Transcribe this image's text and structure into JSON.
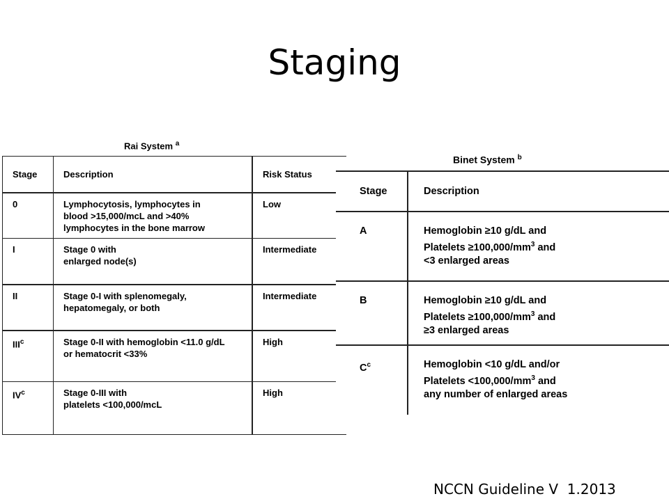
{
  "slide": {
    "title": "Staging",
    "footer": "NCCN Guideline V  1.2013"
  },
  "rai": {
    "caption": "Rai System",
    "caption_note": "a",
    "headers": [
      "Stage",
      "Description",
      "Risk Status"
    ],
    "rows": [
      {
        "stage": "0",
        "stage_note": "",
        "description": [
          "Lymphocytosis, lymphocytes in",
          "blood >15,000/mcL and >40%",
          "lymphocytes in the bone marrow"
        ],
        "risk": "Low"
      },
      {
        "stage": "I",
        "stage_note": "",
        "description": [
          "Stage 0 with",
          "enlarged node(s)"
        ],
        "risk": "Intermediate"
      },
      {
        "stage": "II",
        "stage_note": "",
        "description": [
          "Stage 0-I with splenomegaly,",
          "hepatomegaly, or both"
        ],
        "risk": "Intermediate"
      },
      {
        "stage": "III",
        "stage_note": "c",
        "description": [
          "Stage 0-II with hemoglobin <11.0 g/dL",
          "or hematocrit <33%"
        ],
        "risk": "High"
      },
      {
        "stage": "IV",
        "stage_note": "c",
        "description": [
          "Stage 0-III with",
          "platelets <100,000/mcL"
        ],
        "risk": "High"
      }
    ]
  },
  "binet": {
    "caption": "Binet System",
    "caption_note": "b",
    "headers": [
      "Stage",
      "Description"
    ],
    "rows": [
      {
        "stage": "A",
        "stage_note": "",
        "description": [
          {
            "text": "Hemoglobin ≥10 g/dL and",
            "sup": ""
          },
          {
            "text": "Platelets ≥100,000/mm",
            "sup": "3",
            "after": " and"
          },
          {
            "text": "<3 enlarged areas",
            "sup": ""
          }
        ]
      },
      {
        "stage": "B",
        "stage_note": "",
        "description": [
          {
            "text": "Hemoglobin ≥10 g/dL and",
            "sup": ""
          },
          {
            "text": "Platelets ≥100,000/mm",
            "sup": "3",
            "after": " and"
          },
          {
            "text": "≥3 enlarged areas",
            "sup": ""
          }
        ]
      },
      {
        "stage": "C",
        "stage_note": "c",
        "description": [
          {
            "text": "Hemoglobin <10 g/dL and/or",
            "sup": ""
          },
          {
            "text": "Platelets <100,000/mm",
            "sup": "3",
            "after": " and"
          },
          {
            "text": "any number of enlarged areas",
            "sup": ""
          }
        ]
      }
    ]
  }
}
